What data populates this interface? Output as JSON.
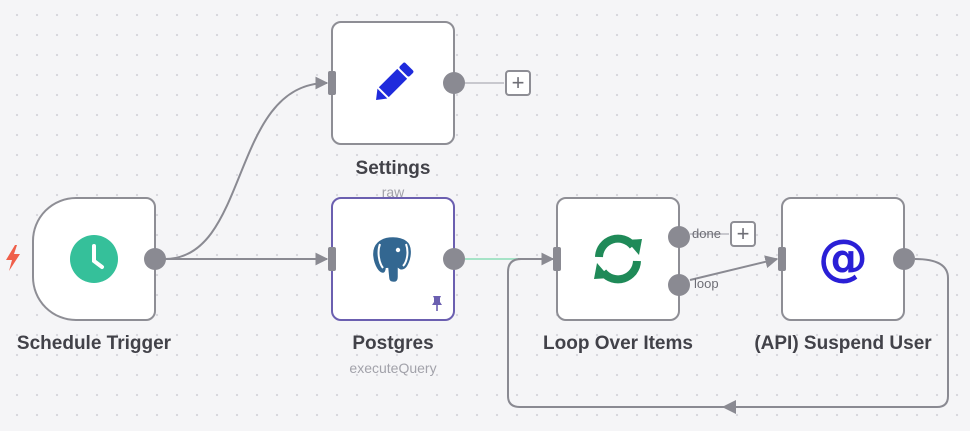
{
  "canvas": {
    "background": "#f5f5f7",
    "edge_color": "#8a8a92",
    "success_edge_color": "#a6e3c7"
  },
  "nodes": {
    "schedule_trigger": {
      "label": "Schedule Trigger",
      "icon": "clock-icon",
      "icon_color": "#35c09a"
    },
    "settings": {
      "label": "Settings",
      "subtitle": "raw",
      "icon": "pencil-icon",
      "icon_color": "#1f2bdc"
    },
    "postgres": {
      "label": "Postgres",
      "subtitle": "executeQuery",
      "icon": "postgres-elephant-icon",
      "pinned_icon": "pin-icon",
      "accent": "#6b5fb0"
    },
    "loop_over_items": {
      "label": "Loop Over Items",
      "icon": "refresh-icon",
      "icon_color": "#1f8a58",
      "outputs": [
        "done",
        "loop"
      ]
    },
    "suspend_user": {
      "label": "(API) Suspend User",
      "icon": "at-sign-icon",
      "icon_color": "#2a1fd6"
    }
  },
  "add_buttons": [
    {
      "label": "+"
    },
    {
      "label": "+"
    }
  ]
}
